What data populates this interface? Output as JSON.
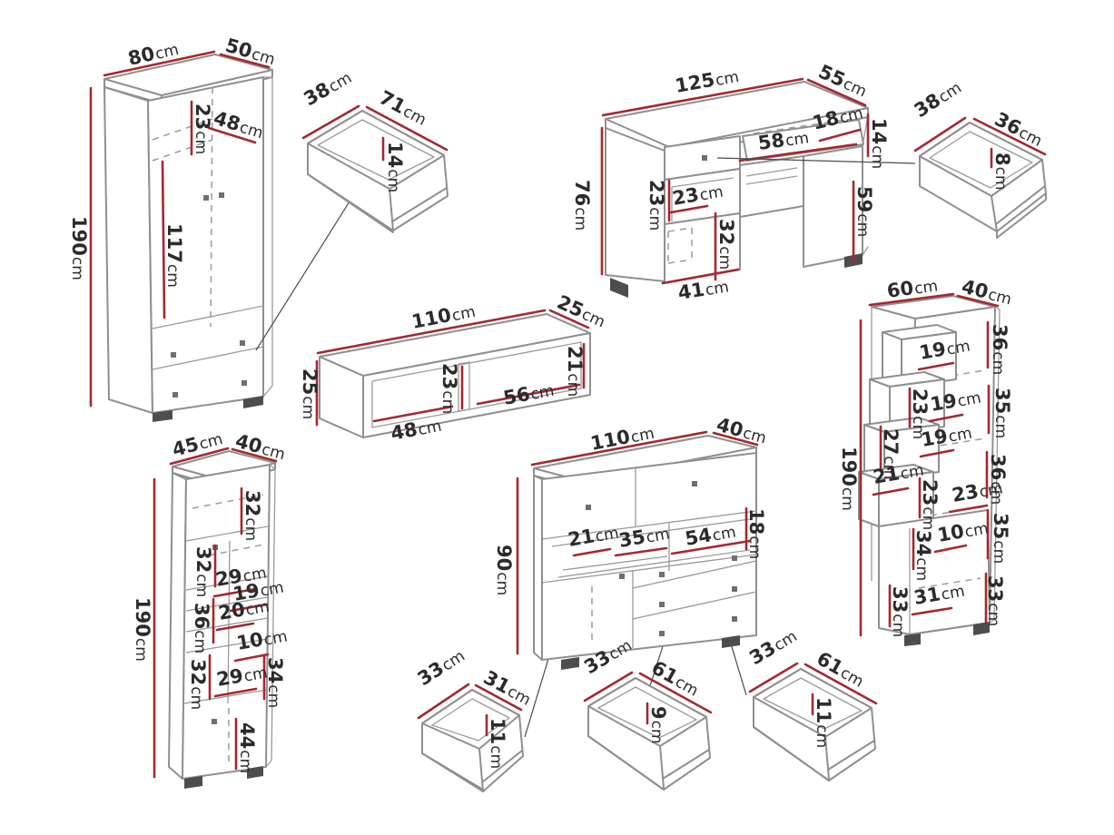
{
  "diagram": {
    "kind": "furniture-dimension-drawing",
    "unit": "cm",
    "colors": {
      "dimension_line": "#a4282e",
      "outline": "#8f8f8f",
      "text": "#2b2b2b",
      "background": "#ffffff"
    }
  },
  "furniture": {
    "wardrobe": {
      "dims": {
        "width": {
          "v": "80",
          "u": "cm"
        },
        "depth": {
          "v": "50",
          "u": "cm"
        },
        "top_shelf_height": {
          "v": "23",
          "u": "cm"
        },
        "interior_width": {
          "v": "48",
          "u": "cm"
        },
        "door_height": {
          "v": "117",
          "u": "cm"
        },
        "height": {
          "v": "190",
          "u": "cm"
        }
      }
    },
    "wardrobe_drawer": {
      "dims": {
        "depth": {
          "v": "38",
          "u": "cm"
        },
        "width": {
          "v": "71",
          "u": "cm"
        },
        "height": {
          "v": "14",
          "u": "cm"
        }
      }
    },
    "desk": {
      "dims": {
        "width": {
          "v": "125",
          "u": "cm"
        },
        "depth": {
          "v": "55",
          "u": "cm"
        },
        "niche_height": {
          "v": "14",
          "u": "cm"
        },
        "niche_width": {
          "v": "58",
          "u": "cm"
        },
        "niche_depth": {
          "v": "18",
          "u": "cm"
        },
        "height": {
          "v": "76",
          "u": "cm"
        },
        "cubby_height": {
          "v": "23",
          "u": "cm"
        },
        "cubby_width": {
          "v": "23",
          "u": "cm"
        },
        "door_height": {
          "v": "32",
          "u": "cm"
        },
        "leg_height": {
          "v": "59",
          "u": "cm"
        },
        "base_width": {
          "v": "41",
          "u": "cm"
        }
      }
    },
    "desk_drawer": {
      "dims": {
        "depth": {
          "v": "38",
          "u": "cm"
        },
        "width": {
          "v": "36",
          "u": "cm"
        },
        "height": {
          "v": "8",
          "u": "cm"
        }
      }
    },
    "wall_shelf": {
      "dims": {
        "width": {
          "v": "110",
          "u": "cm"
        },
        "depth": {
          "v": "25",
          "u": "cm"
        },
        "height": {
          "v": "25",
          "u": "cm"
        },
        "divider_height": {
          "v": "23",
          "u": "cm"
        },
        "left_width": {
          "v": "48",
          "u": "cm"
        },
        "right_width": {
          "v": "56",
          "u": "cm"
        },
        "right_height": {
          "v": "21",
          "u": "cm"
        }
      }
    },
    "bookcase": {
      "dims": {
        "width": {
          "v": "60",
          "u": "cm"
        },
        "depth": {
          "v": "40",
          "u": "cm"
        },
        "height": {
          "v": "190",
          "u": "cm"
        }
      },
      "right_sections": [
        {
          "v": "36",
          "u": "cm"
        },
        {
          "v": "35",
          "u": "cm"
        },
        {
          "v": "36",
          "u": "cm"
        },
        {
          "v": "35",
          "u": "cm"
        },
        {
          "v": "33",
          "u": "cm"
        }
      ],
      "inner": [
        {
          "v": "19",
          "u": "cm"
        },
        {
          "v": "23",
          "u": "cm"
        },
        {
          "v": "19",
          "u": "cm"
        },
        {
          "v": "27",
          "u": "cm"
        },
        {
          "v": "19",
          "u": "cm"
        },
        {
          "v": "21",
          "u": "cm"
        },
        {
          "v": "23",
          "u": "cm"
        },
        {
          "v": "23",
          "u": "cm"
        },
        {
          "v": "34",
          "u": "cm"
        },
        {
          "v": "10",
          "u": "cm"
        },
        {
          "v": "33",
          "u": "cm"
        },
        {
          "v": "31",
          "u": "cm"
        }
      ]
    },
    "tall_cabinet": {
      "dims": {
        "width": {
          "v": "45",
          "u": "cm"
        },
        "depth": {
          "v": "40",
          "u": "cm"
        },
        "height": {
          "v": "190",
          "u": "cm"
        }
      },
      "inner": [
        {
          "v": "32",
          "u": "cm"
        },
        {
          "v": "32",
          "u": "cm"
        },
        {
          "v": "29",
          "u": "cm"
        },
        {
          "v": "19",
          "u": "cm"
        },
        {
          "v": "20",
          "u": "cm"
        },
        {
          "v": "36",
          "u": "cm"
        },
        {
          "v": "10",
          "u": "cm"
        },
        {
          "v": "34",
          "u": "cm"
        },
        {
          "v": "32",
          "u": "cm"
        },
        {
          "v": "29",
          "u": "cm"
        },
        {
          "v": "44",
          "u": "cm"
        }
      ]
    },
    "dresser": {
      "dims": {
        "width": {
          "v": "110",
          "u": "cm"
        },
        "depth": {
          "v": "40",
          "u": "cm"
        },
        "height": {
          "v": "90",
          "u": "cm"
        },
        "drawer_height": {
          "v": "18",
          "u": "cm"
        },
        "niche_height": {
          "v": "21",
          "u": "cm"
        },
        "shelf_width": {
          "v": "35",
          "u": "cm"
        },
        "niche_width": {
          "v": "54",
          "u": "cm"
        }
      }
    },
    "drawer_small": {
      "dims": {
        "depth": {
          "v": "33",
          "u": "cm"
        },
        "width": {
          "v": "31",
          "u": "cm"
        },
        "height": {
          "v": "11",
          "u": "cm"
        }
      }
    },
    "drawer_wide_shallow": {
      "dims": {
        "depth": {
          "v": "33",
          "u": "cm"
        },
        "width": {
          "v": "61",
          "u": "cm"
        },
        "height": {
          "v": "9",
          "u": "cm"
        }
      }
    },
    "drawer_wide": {
      "dims": {
        "depth": {
          "v": "33",
          "u": "cm"
        },
        "width": {
          "v": "61",
          "u": "cm"
        },
        "height": {
          "v": "11",
          "u": "cm"
        }
      }
    }
  }
}
